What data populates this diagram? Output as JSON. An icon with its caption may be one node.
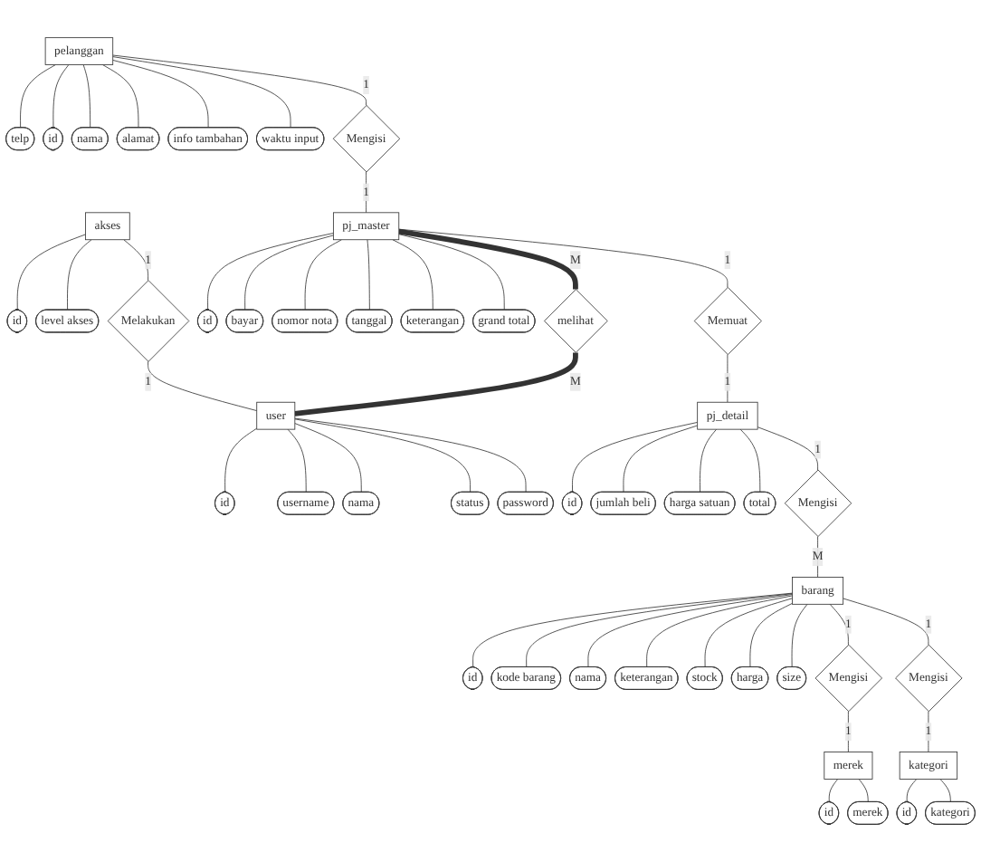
{
  "diagram": {
    "nodes": [
      {
        "text": [
          "pelanggan"
        ]
      },
      {
        "text": [
          "telp"
        ]
      },
      {
        "text": [
          "id"
        ]
      },
      {
        "text": [
          "nama"
        ]
      },
      {
        "text": [
          "alamat"
        ]
      },
      {
        "text": [
          "info tambahan"
        ]
      },
      {
        "text": [
          "waktu input"
        ]
      },
      {
        "text": [
          "akses"
        ]
      },
      {
        "text": [
          "id"
        ]
      },
      {
        "text": [
          "level akses"
        ]
      },
      {
        "text": [
          "Mengisi"
        ]
      },
      {
        "text": [
          "Melakukan"
        ]
      },
      {
        "text": [
          "pj_master"
        ]
      },
      {
        "text": [
          "id"
        ]
      },
      {
        "text": [
          "bayar"
        ]
      },
      {
        "text": [
          "nomor nota"
        ]
      },
      {
        "text": [
          "tanggal"
        ]
      },
      {
        "text": [
          "keterangan"
        ]
      },
      {
        "text": [
          "grand total"
        ]
      },
      {
        "text": [
          "melihat"
        ]
      },
      {
        "text": [
          "user"
        ]
      },
      {
        "text": [
          "id"
        ]
      },
      {
        "text": [
          "username"
        ]
      },
      {
        "text": [
          "nama"
        ]
      },
      {
        "text": [
          "status"
        ]
      },
      {
        "text": [
          "password"
        ]
      },
      {
        "text": [
          "Memuat"
        ]
      },
      {
        "text": [
          "pj_detail"
        ]
      },
      {
        "text": [
          "id"
        ]
      },
      {
        "text": [
          "jumlah beli"
        ]
      },
      {
        "text": [
          "harga satuan"
        ]
      },
      {
        "text": [
          "total"
        ]
      },
      {
        "text": [
          "Mengisi"
        ]
      },
      {
        "text": [
          "barang"
        ]
      },
      {
        "text": [
          "id"
        ]
      },
      {
        "text": [
          "kode barang"
        ]
      },
      {
        "text": [
          "nama"
        ]
      },
      {
        "text": [
          "keterangan"
        ]
      },
      {
        "text": [
          "stock"
        ]
      },
      {
        "text": [
          "harga"
        ]
      },
      {
        "text": [
          "size"
        ]
      },
      {
        "text": [
          "Mengisi"
        ]
      },
      {
        "text": [
          "merek"
        ]
      },
      {
        "text": [
          "id"
        ]
      },
      {
        "text": [
          "merek"
        ]
      },
      {
        "text": [
          "Mengisi"
        ]
      },
      {
        "text": [
          "kategori"
        ]
      },
      {
        "text": [
          "id"
        ]
      },
      {
        "text": [
          "kategori"
        ]
      }
    ],
    "edges": [
      {
        "from": 0,
        "to": 1,
        "arrow": "none"
      },
      {
        "from": 0,
        "to": 2,
        "arrow": "none"
      },
      {
        "from": 0,
        "to": 3,
        "arrow": "none"
      },
      {
        "from": 0,
        "to": 4,
        "arrow": "none"
      },
      {
        "from": 0,
        "to": 5,
        "arrow": "none"
      },
      {
        "from": 0,
        "to": 6,
        "arrow": "none"
      },
      {
        "from": 7,
        "to": 8,
        "arrow": "none"
      },
      {
        "from": 7,
        "to": 9,
        "arrow": "none"
      },
      {
        "from": 0,
        "to": 10,
        "arrow": "none",
        "label": "1"
      },
      {
        "from": 10,
        "to": 12,
        "arrow": "none",
        "label": "1"
      },
      {
        "from": 7,
        "to": 11,
        "arrow": "none",
        "label": "1"
      },
      {
        "from": 11,
        "to": 20,
        "arrow": "none",
        "label": "1"
      },
      {
        "from": 12,
        "to": 13,
        "arrow": "none"
      },
      {
        "from": 12,
        "to": 14,
        "arrow": "none"
      },
      {
        "from": 12,
        "to": 15,
        "arrow": "none"
      },
      {
        "from": 12,
        "to": 16,
        "arrow": "none"
      },
      {
        "from": 12,
        "to": 17,
        "arrow": "none"
      },
      {
        "from": 12,
        "to": 18,
        "arrow": "none"
      },
      {
        "from": 12,
        "to": 19,
        "arrow": "none",
        "label": "M",
        "style": "thick"
      },
      {
        "from": 19,
        "to": 20,
        "arrow": "none",
        "label": "M",
        "style": "thick"
      },
      {
        "from": 20,
        "to": 21,
        "arrow": "none"
      },
      {
        "from": 20,
        "to": 22,
        "arrow": "none"
      },
      {
        "from": 20,
        "to": 23,
        "arrow": "none"
      },
      {
        "from": 20,
        "to": 24,
        "arrow": "none"
      },
      {
        "from": 20,
        "to": 25,
        "arrow": "none"
      },
      {
        "from": 12,
        "to": 26,
        "arrow": "none",
        "label": "1"
      },
      {
        "from": 26,
        "to": 27,
        "arrow": "none",
        "label": "1"
      },
      {
        "from": 27,
        "to": 28,
        "arrow": "none"
      },
      {
        "from": 27,
        "to": 29,
        "arrow": "none"
      },
      {
        "from": 27,
        "to": 30,
        "arrow": "none"
      },
      {
        "from": 27,
        "to": 31,
        "arrow": "none"
      },
      {
        "from": 27,
        "to": 32,
        "arrow": "none",
        "label": "1"
      },
      {
        "from": 32,
        "to": 33,
        "arrow": "none",
        "label": "M"
      },
      {
        "from": 33,
        "to": 34,
        "arrow": "none"
      },
      {
        "from": 33,
        "to": 35,
        "arrow": "none"
      },
      {
        "from": 33,
        "to": 36,
        "arrow": "none"
      },
      {
        "from": 33,
        "to": 37,
        "arrow": "none"
      },
      {
        "from": 33,
        "to": 38,
        "arrow": "none"
      },
      {
        "from": 33,
        "to": 39,
        "arrow": "none"
      },
      {
        "from": 33,
        "to": 40,
        "arrow": "none"
      },
      {
        "from": 33,
        "to": 41,
        "arrow": "none",
        "label": "1"
      },
      {
        "from": 41,
        "to": 42,
        "arrow": "none",
        "label": "1"
      },
      {
        "from": 42,
        "to": 43,
        "arrow": "none"
      },
      {
        "from": 42,
        "to": 44,
        "arrow": "none"
      },
      {
        "from": 33,
        "to": 45,
        "arrow": "none",
        "label": "1"
      },
      {
        "from": 45,
        "to": 46,
        "arrow": "none",
        "label": "1"
      },
      {
        "from": 46,
        "to": 47,
        "arrow": "none"
      },
      {
        "from": 46,
        "to": 48,
        "arrow": "none"
      }
    ]
  }
}
